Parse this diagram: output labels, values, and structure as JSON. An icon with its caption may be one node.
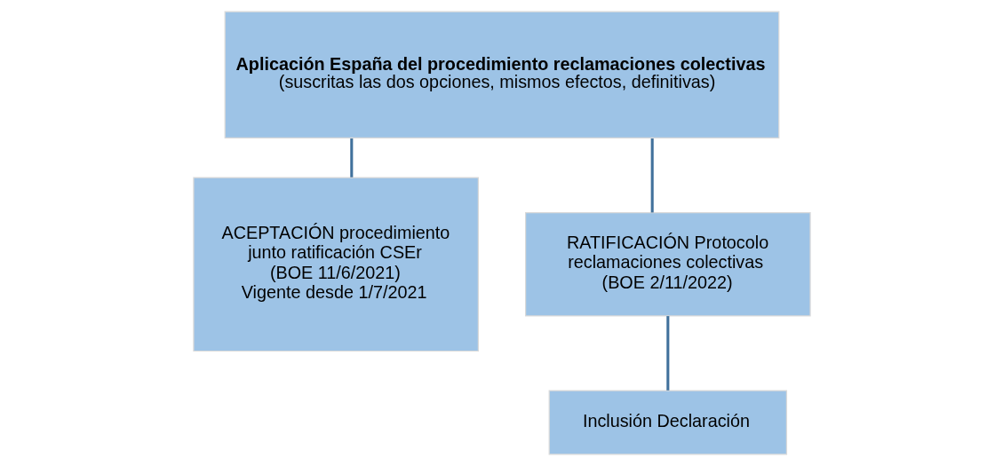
{
  "diagram": {
    "nodes": [
      {
        "text": [
          "Aplicación España del procedimiento reclamaciones colectivas",
          "(suscritas las dos opciones, mismos efectos, definitivas)"
        ]
      },
      {
        "text": [
          "ACEPTACIÓN procedimiento junto ratificación CSEr",
          "(BOE 11/6/2021)",
          "Vigente desde 1/7/2021"
        ]
      },
      {
        "text": [
          "RATIFICACIÓN Protocolo reclamaciones colectivas",
          "(BOE 2/11/2022)"
        ]
      },
      {
        "text": [
          "Inclusión Declaración"
        ]
      }
    ],
    "edges": [
      {
        "from": 0,
        "to": 1,
        "arrow": "none"
      },
      {
        "from": 0,
        "to": 2,
        "arrow": "none"
      },
      {
        "from": 2,
        "to": 3,
        "arrow": "none"
      }
    ]
  }
}
